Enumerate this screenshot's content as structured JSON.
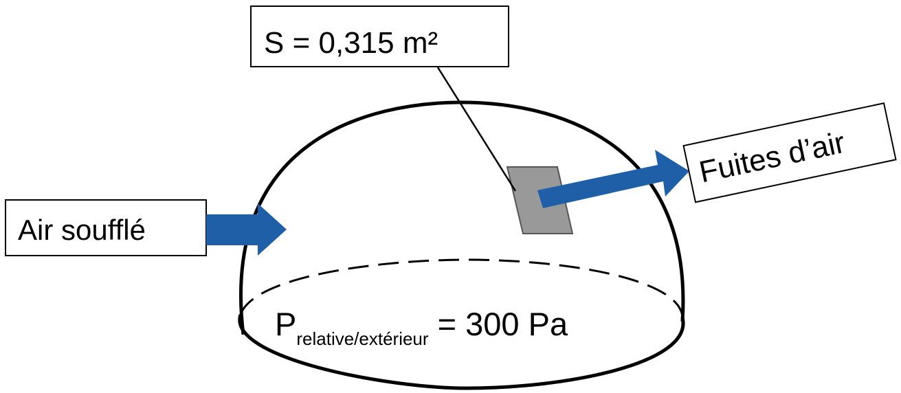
{
  "labels": {
    "surface": "S = 0,315 m²",
    "air_in": "Air soufflé",
    "leaks": "Fuites d’air",
    "pressure_symbol": "P",
    "pressure_subscript": "relative/extérieur",
    "pressure_value": " = 300 Pa"
  },
  "colors": {
    "arrow": "#1f5fa8",
    "patch": "#999999",
    "outline": "#000000"
  }
}
